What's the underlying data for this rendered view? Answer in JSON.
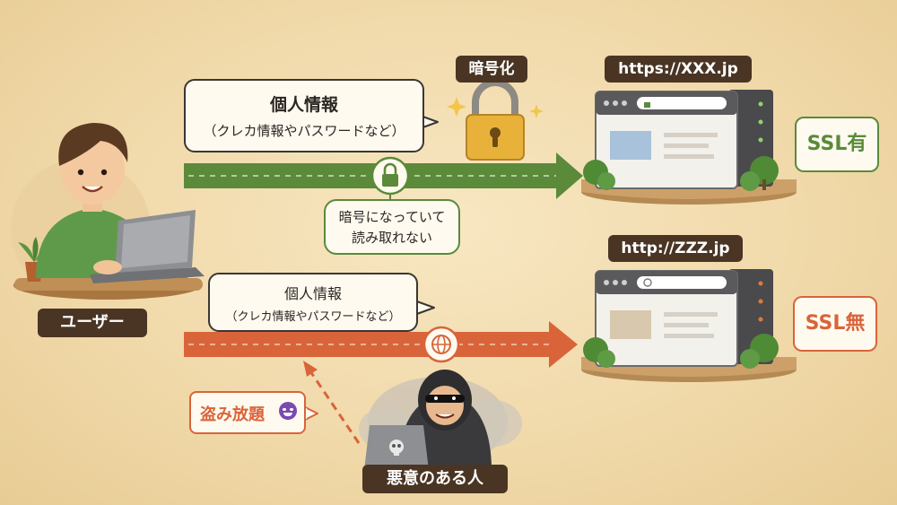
{
  "user_label": "ユーザー",
  "attacker_label": "悪意のある人",
  "top": {
    "bubble_main": "個人情報",
    "bubble_sub": "（クレカ情報やパスワードなど）",
    "encrypt_tag": "暗号化",
    "url": "https://XXX.jp",
    "note_line1": "暗号になっていて",
    "note_line2": "読み取れない",
    "ssl_label": "SSL有"
  },
  "bottom": {
    "bubble_main": "個人情報",
    "bubble_sub": "（クレカ情報やパスワードなど）",
    "url": "http://ZZZ.jp",
    "ssl_label": "SSL無",
    "steal_label": "盗み放題"
  },
  "colors": {
    "secure_green": "#5a8a3a",
    "insecure_orange": "#d9643a",
    "dark_tag": "#4a3524"
  },
  "icons": [
    "padlock-icon",
    "lock-badge-icon",
    "globe-badge-icon",
    "devil-emoji-icon",
    "skull-icon"
  ]
}
